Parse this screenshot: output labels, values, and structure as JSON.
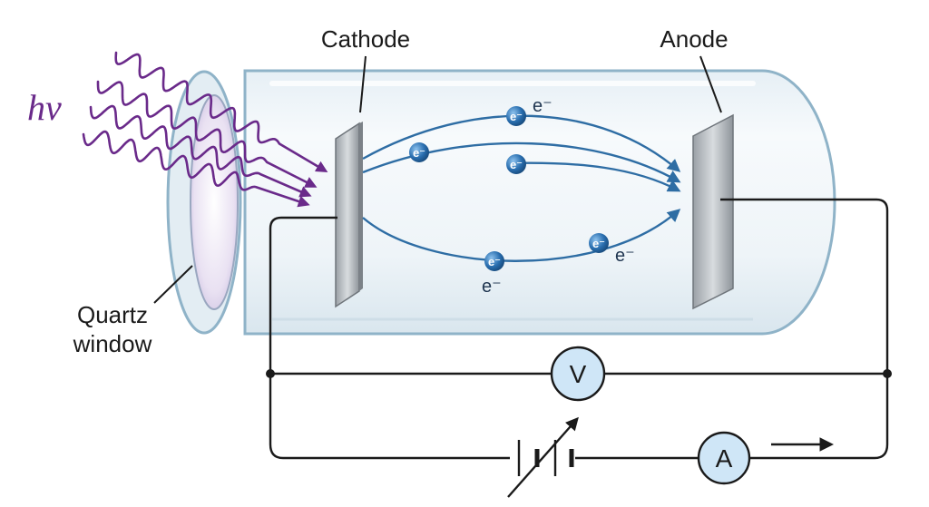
{
  "diagram": {
    "labels": {
      "cathode": "Cathode",
      "anode": "Anode",
      "quartz_line1": "Quartz",
      "quartz_line2": "window",
      "photon": "hν"
    },
    "electron": {
      "marker": "e⁻",
      "free_label": "e⁻"
    },
    "meters": {
      "voltmeter": "V",
      "ammeter": "A"
    },
    "colors": {
      "photon": "#6a2a8a",
      "electron": "#2a6fb0",
      "electron_path": "#2e6da4",
      "wire": "#1a1a1a",
      "meter_fill": "#cfe6f7",
      "tube_stroke": "#8fb3c8"
    }
  }
}
